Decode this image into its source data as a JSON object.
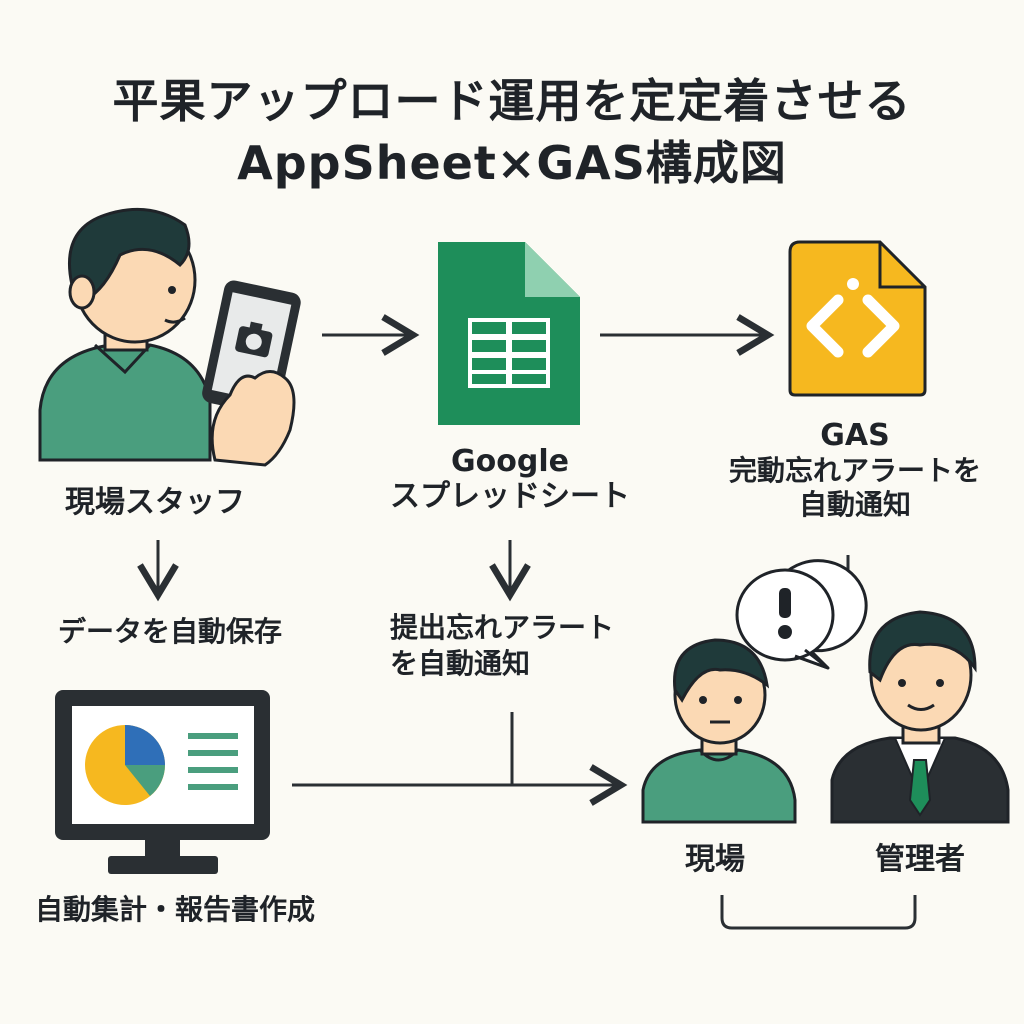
{
  "title": {
    "line1": "平果アップロード運用を定定着させる",
    "line2": "AppSheet×GAS構成図"
  },
  "nodes": {
    "staff": {
      "label": "現場スタッフ"
    },
    "sheets": {
      "label_line1": "Google",
      "label_line2": "スプレッドシート"
    },
    "gas": {
      "label_line1": "GAS",
      "label_line2": "完動忘れアラートを",
      "label_line3": "自動通知"
    },
    "report": {
      "label": "自動集計・報告書作成"
    },
    "field": {
      "label": "現場"
    },
    "manager": {
      "label": "管理者"
    }
  },
  "steps": {
    "save": "データを自動保存",
    "alert_line1": "提出忘れアラート",
    "alert_line2": "を自動通知"
  },
  "colors": {
    "background": "#fbfaf4",
    "sheets_green": "#1e8e5a",
    "gas_yellow": "#f6b81f",
    "shirt_green": "#4a9e7e",
    "hair": "#1f3a3a",
    "skin": "#fbd9b4",
    "line": "#2a2f33"
  },
  "icons": [
    "person-with-phone-icon",
    "spreadsheet-icon",
    "gas-code-icon",
    "monitor-chart-icon",
    "exclamation-bubble-icon",
    "worker-icon",
    "manager-icon"
  ]
}
